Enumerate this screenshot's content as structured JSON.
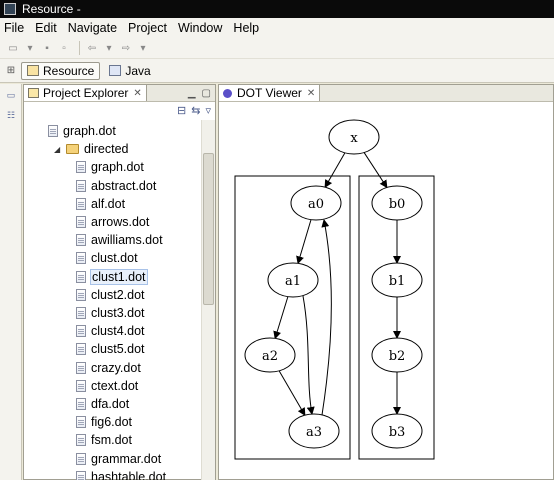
{
  "window": {
    "title": "Resource -"
  },
  "menubar": {
    "items": [
      "File",
      "Edit",
      "Navigate",
      "Project",
      "Window",
      "Help"
    ]
  },
  "perspectives": {
    "resource": "Resource",
    "java": "Java"
  },
  "explorer": {
    "title": "Project Explorer",
    "items": [
      {
        "type": "file",
        "label": "graph.dot",
        "indent": 1
      },
      {
        "type": "folder",
        "label": "directed",
        "indent": 0,
        "expanded": true
      },
      {
        "type": "file",
        "label": "graph.dot",
        "indent": 2
      },
      {
        "type": "file",
        "label": "abstract.dot",
        "indent": 2
      },
      {
        "type": "file",
        "label": "alf.dot",
        "indent": 2
      },
      {
        "type": "file",
        "label": "arrows.dot",
        "indent": 2
      },
      {
        "type": "file",
        "label": "awilliams.dot",
        "indent": 2
      },
      {
        "type": "file",
        "label": "clust.dot",
        "indent": 2
      },
      {
        "type": "file",
        "label": "clust1.dot",
        "indent": 2,
        "selected": true
      },
      {
        "type": "file",
        "label": "clust2.dot",
        "indent": 2
      },
      {
        "type": "file",
        "label": "clust3.dot",
        "indent": 2
      },
      {
        "type": "file",
        "label": "clust4.dot",
        "indent": 2
      },
      {
        "type": "file",
        "label": "clust5.dot",
        "indent": 2
      },
      {
        "type": "file",
        "label": "crazy.dot",
        "indent": 2
      },
      {
        "type": "file",
        "label": "ctext.dot",
        "indent": 2
      },
      {
        "type": "file",
        "label": "dfa.dot",
        "indent": 2
      },
      {
        "type": "file",
        "label": "fig6.dot",
        "indent": 2
      },
      {
        "type": "file",
        "label": "fsm.dot",
        "indent": 2
      },
      {
        "type": "file",
        "label": "grammar.dot",
        "indent": 2
      },
      {
        "type": "file",
        "label": "hashtable.dot",
        "indent": 2
      }
    ]
  },
  "editor": {
    "title": "DOT Viewer",
    "graph": {
      "nodes": [
        "x",
        "a0",
        "a1",
        "a2",
        "a3",
        "b0",
        "b1",
        "b2",
        "b3"
      ],
      "edges": [
        [
          "x",
          "a0"
        ],
        [
          "x",
          "b0"
        ],
        [
          "a0",
          "a1"
        ],
        [
          "a1",
          "a2"
        ],
        [
          "a1",
          "a3"
        ],
        [
          "a2",
          "a3"
        ],
        [
          "a3",
          "a0"
        ],
        [
          "b0",
          "b1"
        ],
        [
          "b1",
          "b2"
        ],
        [
          "b2",
          "b3"
        ]
      ]
    }
  },
  "icons": {
    "perspective": "folder-icon",
    "file": "text-file-icon",
    "folder": "folder-icon",
    "editor_tab": "dot-viewer-icon"
  },
  "colors": {
    "titlebar": "#0a0a0a",
    "chrome": "#f4f3ee",
    "selection": "#e8f0fb",
    "dot_icon": "#5a4fc8"
  }
}
